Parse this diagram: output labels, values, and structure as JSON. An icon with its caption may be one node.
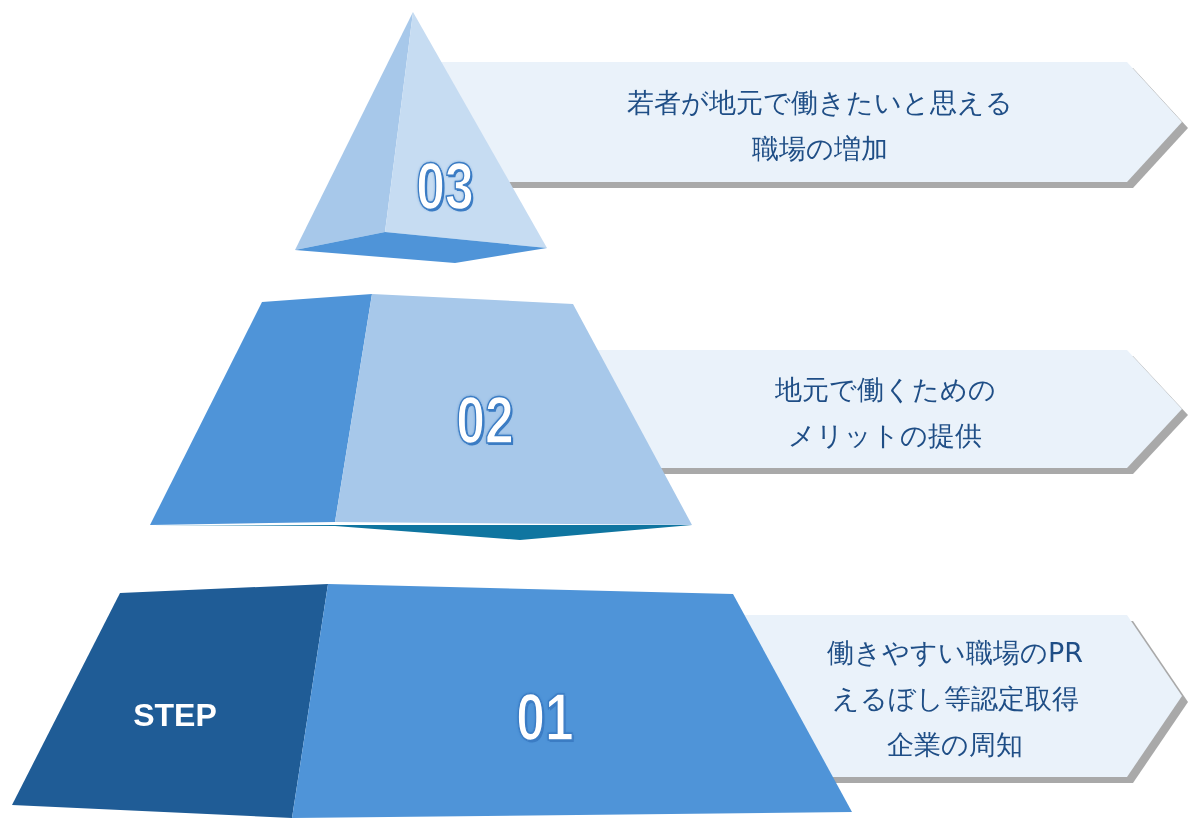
{
  "diagram": {
    "nodes": [
      {
        "text": [
          "03"
        ]
      },
      {
        "text": [
          "若者が地元で働きたいと思える職場の増加"
        ]
      },
      {
        "text": [
          "02"
        ]
      },
      {
        "text": [
          "地元で働くためのメリットの提供"
        ]
      },
      {
        "text": [
          "STEP",
          "01"
        ]
      },
      {
        "text": [
          "働きやすい職場のPR",
          "えるぼし等認定取得企業の周知"
        ]
      }
    ]
  }
}
